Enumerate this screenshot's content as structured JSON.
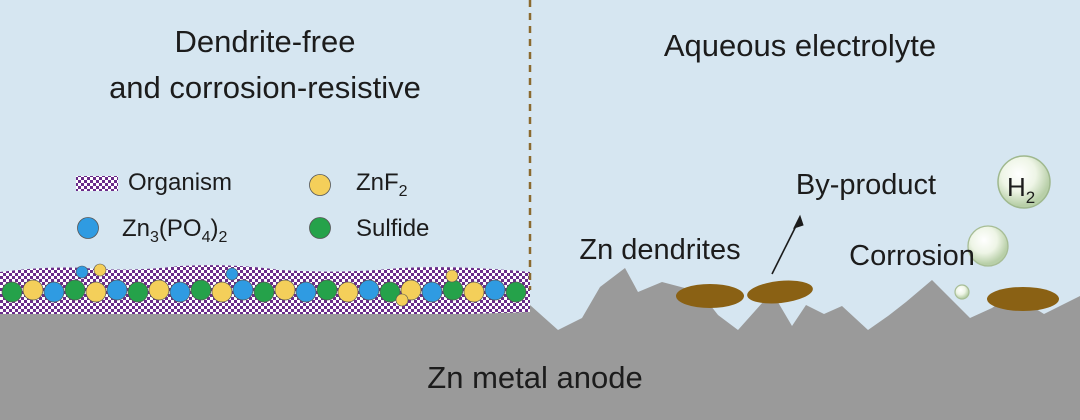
{
  "left_panel": {
    "title_line1": "Dendrite-free",
    "title_line2": "and corrosion-resistive",
    "legend": {
      "organism": "Organism",
      "znf2_base": "ZnF",
      "znf2_sub": "2",
      "zn3po4_a": "Zn",
      "zn3po4_sub1": "3",
      "zn3po4_b": "(PO",
      "zn3po4_sub2": "4",
      "zn3po4_c": ")",
      "zn3po4_sub3": "2",
      "sulfide": "Sulfide"
    }
  },
  "right_panel": {
    "title": "Aqueous electrolyte",
    "zn_dendrites": "Zn dendrites",
    "by_product": "By-product",
    "corrosion": "Corrosion",
    "h2_base": "H",
    "h2_sub": "2"
  },
  "anode_label": "Zn metal anode",
  "colors": {
    "electrolyte": "#d6e6f1",
    "anode": "#9a9a9a",
    "divider": "#8b6a2f",
    "organism_purple": "#6a2c8a",
    "znf2_yellow": "#f4cf5a",
    "zn3po4_blue": "#2f9be2",
    "sulfide_green": "#25a24a",
    "byproduct_brown": "#8a6114"
  }
}
